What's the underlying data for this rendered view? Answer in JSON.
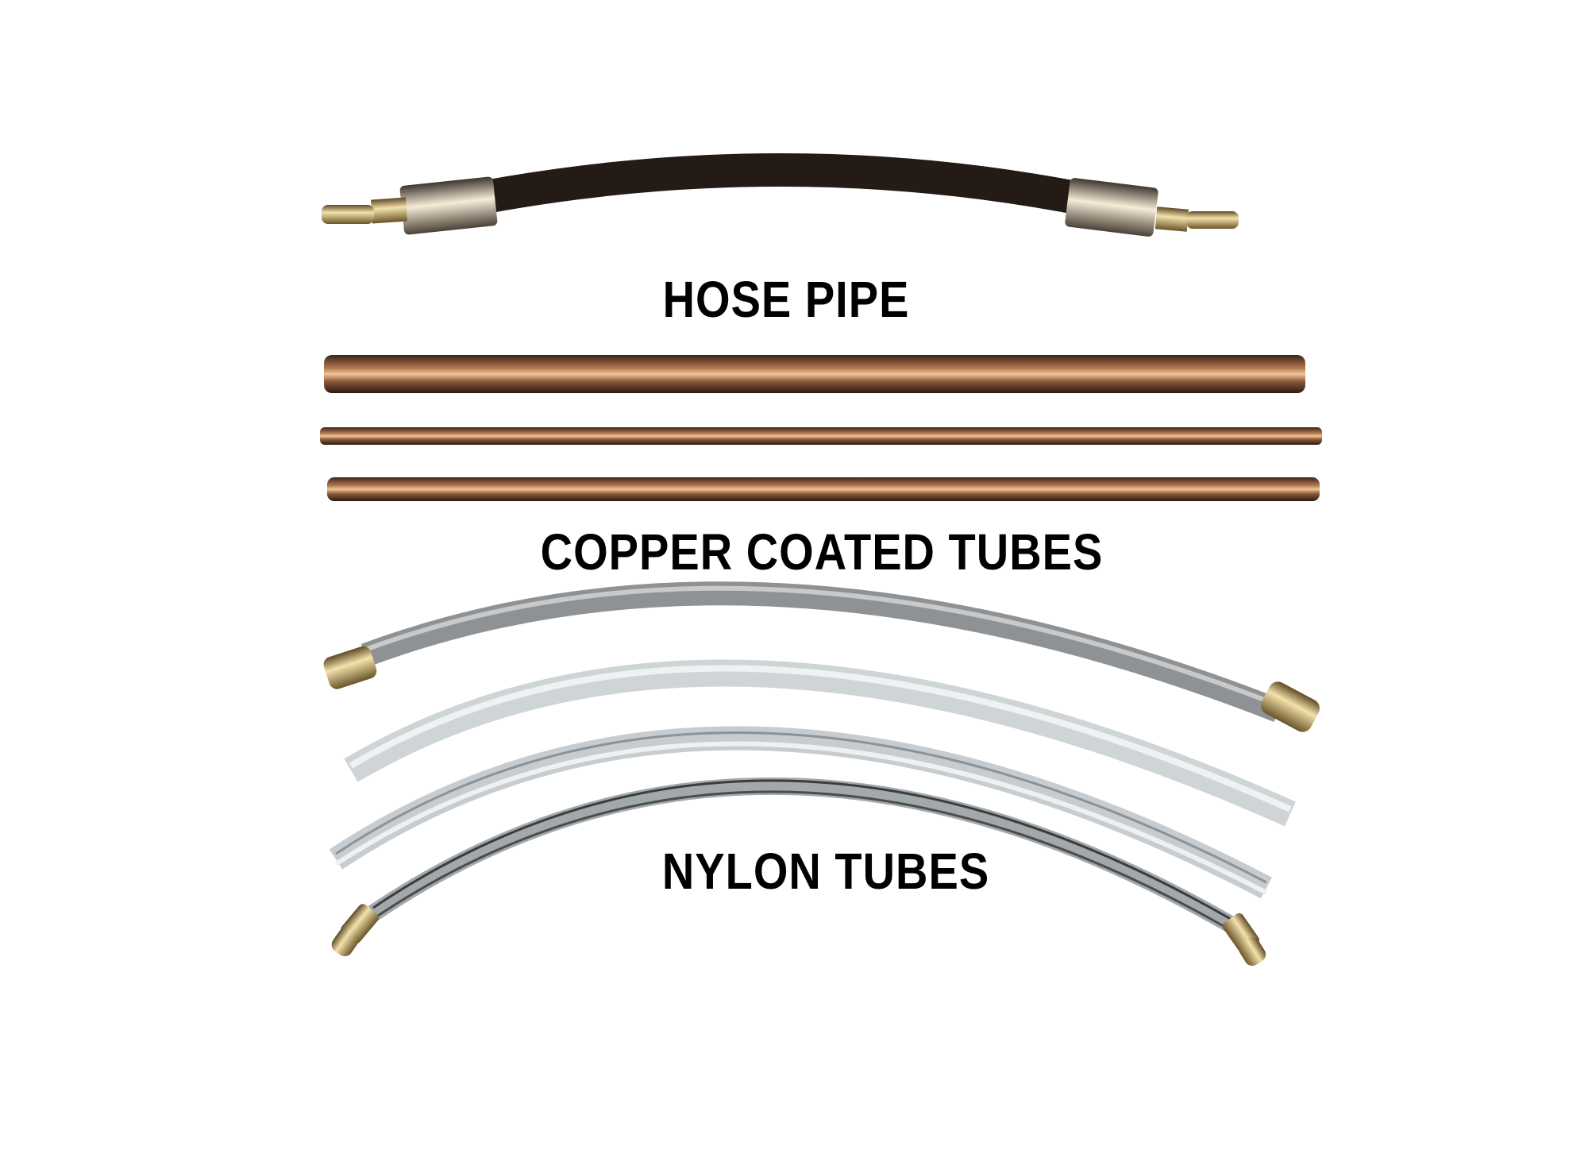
{
  "labels": {
    "hose_pipe": "HOSE PIPE",
    "copper_tubes": "COPPER COATED TUBES",
    "nylon_tubes": "NYLON TUBES"
  },
  "colors": {
    "background": "#ffffff",
    "hose": "#241a16",
    "brass": "#c8a85a",
    "copper_light": "#e8b482",
    "copper_dark": "#4a2a1c",
    "nylon_grey": "#9a9c9e",
    "nylon_light": "#d4dadc",
    "text": "#000000"
  }
}
